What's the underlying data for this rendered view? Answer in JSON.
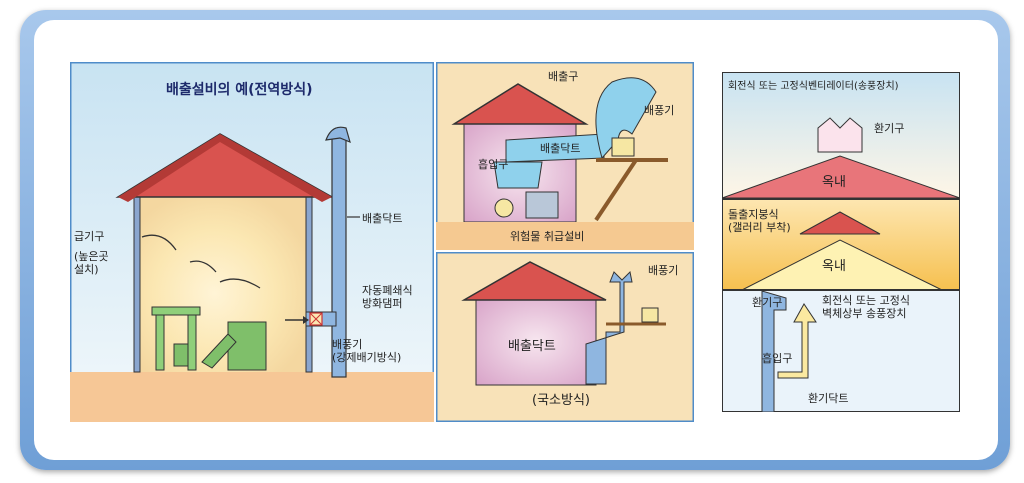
{
  "main_panel": {
    "title": "배출설비의 예(전역방식)",
    "labels": {
      "supply_port": "급기구",
      "supply_note": "(높은곳\n설치)",
      "exhaust_duct": "배출닥트",
      "fire_damper": "자동폐쇄식\n방화댐퍼",
      "exhaust_fan": "배풍기\n(강제배기방식)"
    }
  },
  "upper_mid_panel": {
    "labels": {
      "exhaust_port": "배출구",
      "exhaust_fan": "배풍기",
      "exhaust_duct": "배출닥트",
      "intake_port": "흡입구",
      "facility": "위험물 취급설비"
    }
  },
  "lower_mid_panel": {
    "labels": {
      "exhaust_fan": "배풍기",
      "exhaust_duct": "배출닥트",
      "caption": "(국소방식)"
    }
  },
  "right_panels": {
    "top": {
      "title": "회전식 또는 고정식벤티레이터(송풍장치)",
      "vent": "환기구",
      "indoor": "옥내"
    },
    "middle": {
      "title": "돌출지붕식\n(갤러리 부착)",
      "indoor": "옥내"
    },
    "bottom": {
      "title": "회전식 또는 고정식\n벽체상부 송풍장치",
      "vent": "환기구",
      "intake": "흡입구",
      "duct": "환기닥트"
    }
  }
}
